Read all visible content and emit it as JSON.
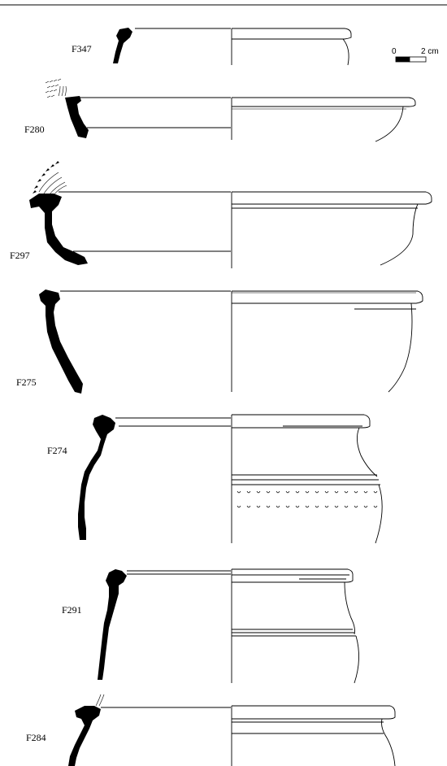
{
  "figures": [
    {
      "label": "F347"
    },
    {
      "label": "F280"
    },
    {
      "label": "F297"
    },
    {
      "label": "F275"
    },
    {
      "label": "F274"
    },
    {
      "label": "F291"
    },
    {
      "label": "F284"
    }
  ],
  "scale_bar": {
    "zero": "0",
    "end": "2 cm"
  }
}
